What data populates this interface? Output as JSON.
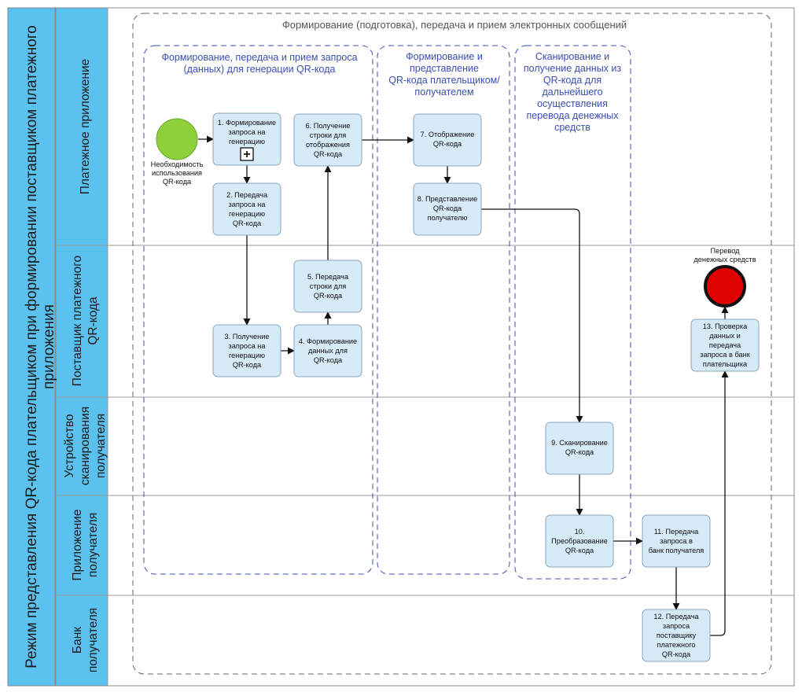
{
  "colors": {
    "header": "#5bc1ee",
    "task_fill": "#d6eaf8",
    "group_border": "#3a4fb0",
    "start_event": "#8dd03c",
    "end_event": "#e00000"
  },
  "pool": {
    "title_lines": [
      "Режим представления QR-кода плательщиком при формировании поставщиком платежного",
      "приложения"
    ]
  },
  "lanes": [
    {
      "id": "lane1",
      "lines": [
        "Платежное приложение"
      ]
    },
    {
      "id": "lane2",
      "lines": [
        "Поставщик платежного",
        "QR-кода"
      ]
    },
    {
      "id": "lane3",
      "lines": [
        "Устройство",
        "сканирования",
        "получателя"
      ]
    },
    {
      "id": "lane4",
      "lines": [
        "Приложение",
        "получателя"
      ]
    },
    {
      "id": "lane5",
      "lines": [
        "Банк",
        "получателя"
      ]
    }
  ],
  "outer_group": {
    "title": "Формирование (подготовка), передача и прием электронных сообщений"
  },
  "groups": [
    {
      "id": "g1",
      "lines": [
        "Формирование, передача и прием запроса",
        "(данных) для генерации QR-кода"
      ]
    },
    {
      "id": "g2",
      "lines": [
        "Формирование и",
        "представление",
        "QR-кода плательщиком/",
        "получателем"
      ]
    },
    {
      "id": "g3",
      "lines": [
        "Сканирование и",
        "получение данных из",
        "QR-кода для",
        "дальнейшего",
        "осуществления",
        "перевода денежных",
        "средств"
      ]
    }
  ],
  "events": {
    "start": {
      "lines": [
        "Необходимость",
        "использования",
        "QR-кода"
      ]
    },
    "end": {
      "lines": [
        "Перевод",
        "денежных средств"
      ]
    }
  },
  "tasks": [
    {
      "id": "t1",
      "lines": [
        "1. Формирование",
        "запроса на",
        "генерацию"
      ],
      "subprocess_marker": "+"
    },
    {
      "id": "t2",
      "lines": [
        "2. Передача",
        "запроса на",
        "генерацию",
        "QR-кода"
      ]
    },
    {
      "id": "t3",
      "lines": [
        "3. Получение",
        "запроса на",
        "генерацию",
        "QR-кода"
      ]
    },
    {
      "id": "t4",
      "lines": [
        "4. Формирование",
        "данных для",
        "QR-кода"
      ]
    },
    {
      "id": "t5",
      "lines": [
        "5. Передача",
        "строки для",
        "QR-кода"
      ]
    },
    {
      "id": "t6",
      "lines": [
        "6. Получение",
        "строки для",
        "отображения",
        "QR-кода"
      ]
    },
    {
      "id": "t7",
      "lines": [
        "7. Отображение",
        "QR-кода"
      ]
    },
    {
      "id": "t8",
      "lines": [
        "8. Представление",
        "QR-кода",
        "получателю"
      ]
    },
    {
      "id": "t9",
      "lines": [
        "9. Сканирование",
        "QR-кода"
      ]
    },
    {
      "id": "t10",
      "lines": [
        "10.",
        "Преобразование",
        "QR-кода"
      ]
    },
    {
      "id": "t11",
      "lines": [
        "11. Передача",
        "запроса в",
        "банк получателя"
      ]
    },
    {
      "id": "t12",
      "lines": [
        "12. Передача",
        "запроса",
        "поставщику",
        "платежного",
        "QR-кода"
      ]
    },
    {
      "id": "t13",
      "lines": [
        "13. Проверка",
        "данных и",
        "передача",
        "запроса в банк",
        "плательщика"
      ]
    }
  ]
}
